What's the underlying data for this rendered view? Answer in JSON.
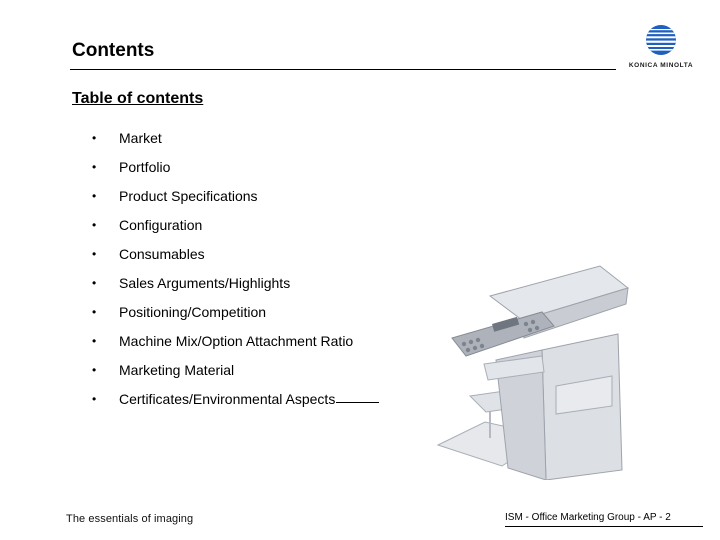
{
  "slide": {
    "title": "Contents",
    "toc_heading": "Table of contents",
    "bullet": "•",
    "toc_items": [
      "Market",
      "Portfolio",
      "Product Specifications",
      "Configuration",
      "Consumables",
      "Sales Arguments/Highlights",
      "Positioning/Competition",
      "Machine Mix/Option Attachment Ratio",
      "Marketing Material",
      "Certificates/Environmental Aspects"
    ]
  },
  "brand": {
    "logo_text": "KONICA MINOLTA",
    "tagline": "The essentials of imaging",
    "logo_color": "#1f5fbf"
  },
  "footer": {
    "text": "ISM - Office Marketing Group - AP - 2"
  }
}
